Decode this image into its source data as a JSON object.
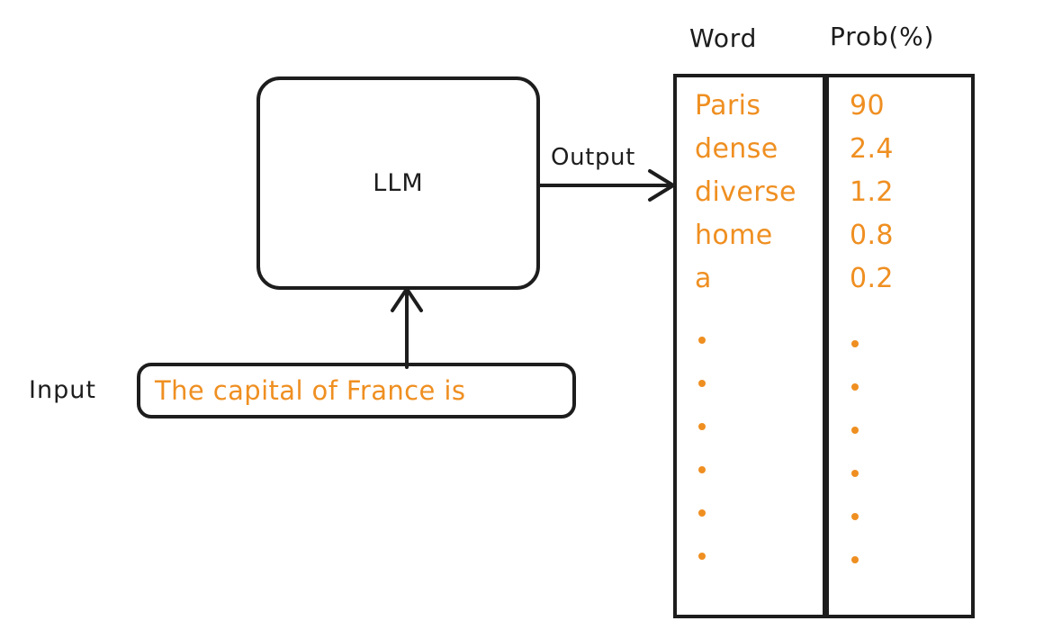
{
  "diagram": {
    "title_alt": "LLM next-token probability diagram",
    "colors": {
      "ink": "#1d1d1d",
      "accent_orange": "#ef8f21",
      "background": "#ffffff"
    },
    "llm_box": {
      "label": "LLM"
    },
    "input": {
      "label": "Input",
      "value": "The capital of France is"
    },
    "output": {
      "label": "Output"
    },
    "table": {
      "headers": {
        "word": "Word",
        "prob": "Prob(%)"
      },
      "rows": [
        {
          "word": "Paris",
          "prob": "90"
        },
        {
          "word": "dense",
          "prob": "2.4"
        },
        {
          "word": "diverse",
          "prob": "1.2"
        },
        {
          "word": "home",
          "prob": "0.8"
        },
        {
          "word": "a",
          "prob": "0.2"
        }
      ],
      "ellipsis_dots": 6
    }
  },
  "chart_data": {
    "type": "table",
    "title": "Next-token probability distribution",
    "columns": [
      "Word",
      "Prob(%)"
    ],
    "categories": [
      "Paris",
      "dense",
      "diverse",
      "home",
      "a"
    ],
    "values": [
      90,
      2.4,
      1.2,
      0.8,
      0.2
    ],
    "truncated": true,
    "truncation_marker": "vertical ellipsis (6 dots per column)",
    "xlabel": "Word",
    "ylabel": "Prob(%)"
  }
}
